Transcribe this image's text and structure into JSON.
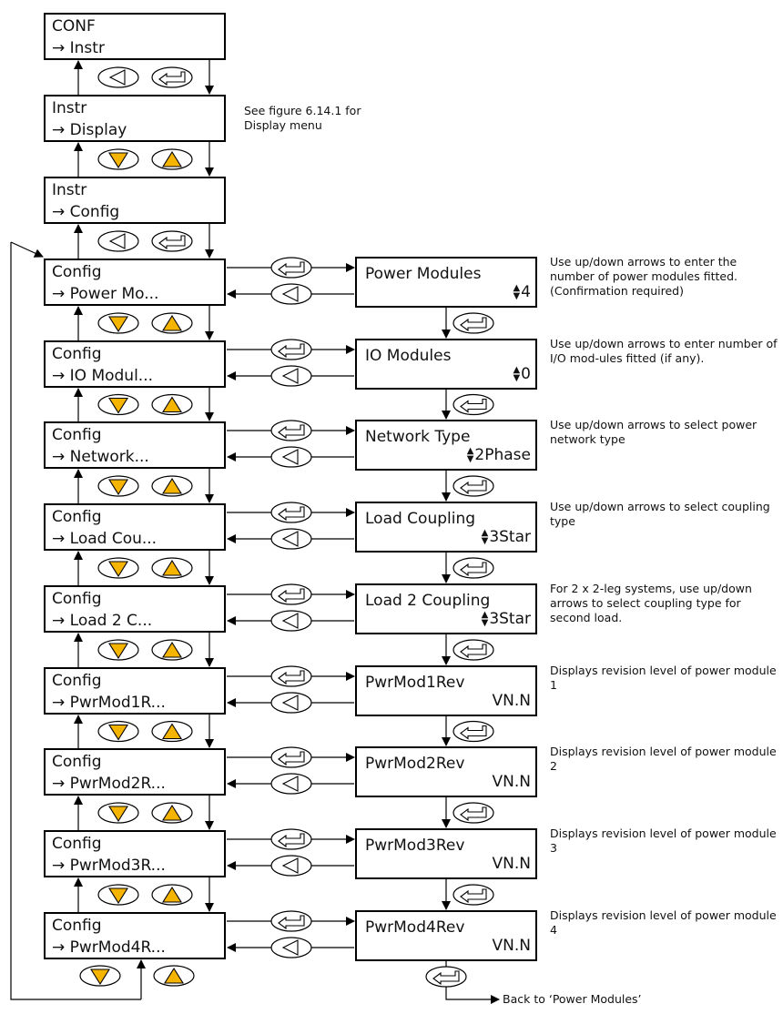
{
  "colors": {
    "accent": "#f5b400",
    "line": "#000000",
    "background": "#ffffff"
  },
  "icons": {
    "left_key": "page-left-key-icon",
    "enter_key": "enter-key-icon",
    "down_key": "down-key-icon",
    "up_key": "up-key-icon",
    "updown": "updown-icon"
  },
  "top_menus": [
    {
      "line1": "CONF",
      "line2": "→ Instr"
    },
    {
      "line1": "Instr",
      "line2": "→ Display"
    },
    {
      "line1": "Instr",
      "line2": "→ Config"
    }
  ],
  "display_note": "See figure 6.14.1 for Display menu",
  "config_items": [
    {
      "line1": "Config",
      "line2": "→ Power Mo...",
      "param": "Power Modules",
      "value": "4",
      "adjustable": true,
      "note": "Use up/down arrows to enter the number of power modules fitted. (Confirmation required)"
    },
    {
      "line1": "Config",
      "line2": "→ IO Modul...",
      "param": "IO Modules",
      "value": "0",
      "adjustable": true,
      "note": "Use up/down arrows to enter number of I/O mod-ules fitted (if any)."
    },
    {
      "line1": "Config",
      "line2": "→ Network...",
      "param": "Network Type",
      "value": "2Phase",
      "adjustable": true,
      "note": "Use up/down arrows to select power network type"
    },
    {
      "line1": "Config",
      "line2": "→ Load Cou...",
      "param": "Load Coupling",
      "value": "3Star",
      "adjustable": true,
      "note": "Use up/down arrows to select coupling type"
    },
    {
      "line1": "Config",
      "line2": "→ Load 2 C...",
      "param": "Load 2 Coupling",
      "value": "3Star",
      "adjustable": true,
      "note": "For 2 x 2-leg systems, use up/down arrows to select coupling type for second load."
    },
    {
      "line1": "Config",
      "line2": "→ PwrMod1R...",
      "param": "PwrMod1Rev",
      "value": "VN.N",
      "adjustable": false,
      "note": "Displays revision level of power module 1"
    },
    {
      "line1": "Config",
      "line2": "→ PwrMod2R...",
      "param": "PwrMod2Rev",
      "value": "VN.N",
      "adjustable": false,
      "note": "Displays revision level of power module 2"
    },
    {
      "line1": "Config",
      "line2": "→ PwrMod3R...",
      "param": "PwrMod3Rev",
      "value": "VN.N",
      "adjustable": false,
      "note": "Displays revision level of power module 3"
    },
    {
      "line1": "Config",
      "line2": "→ PwrMod4R...",
      "param": "PwrMod4Rev",
      "value": "VN.N",
      "adjustable": false,
      "note": "Displays revision level of power module 4"
    }
  ],
  "back_note": "Back to ‘Power Modules’"
}
